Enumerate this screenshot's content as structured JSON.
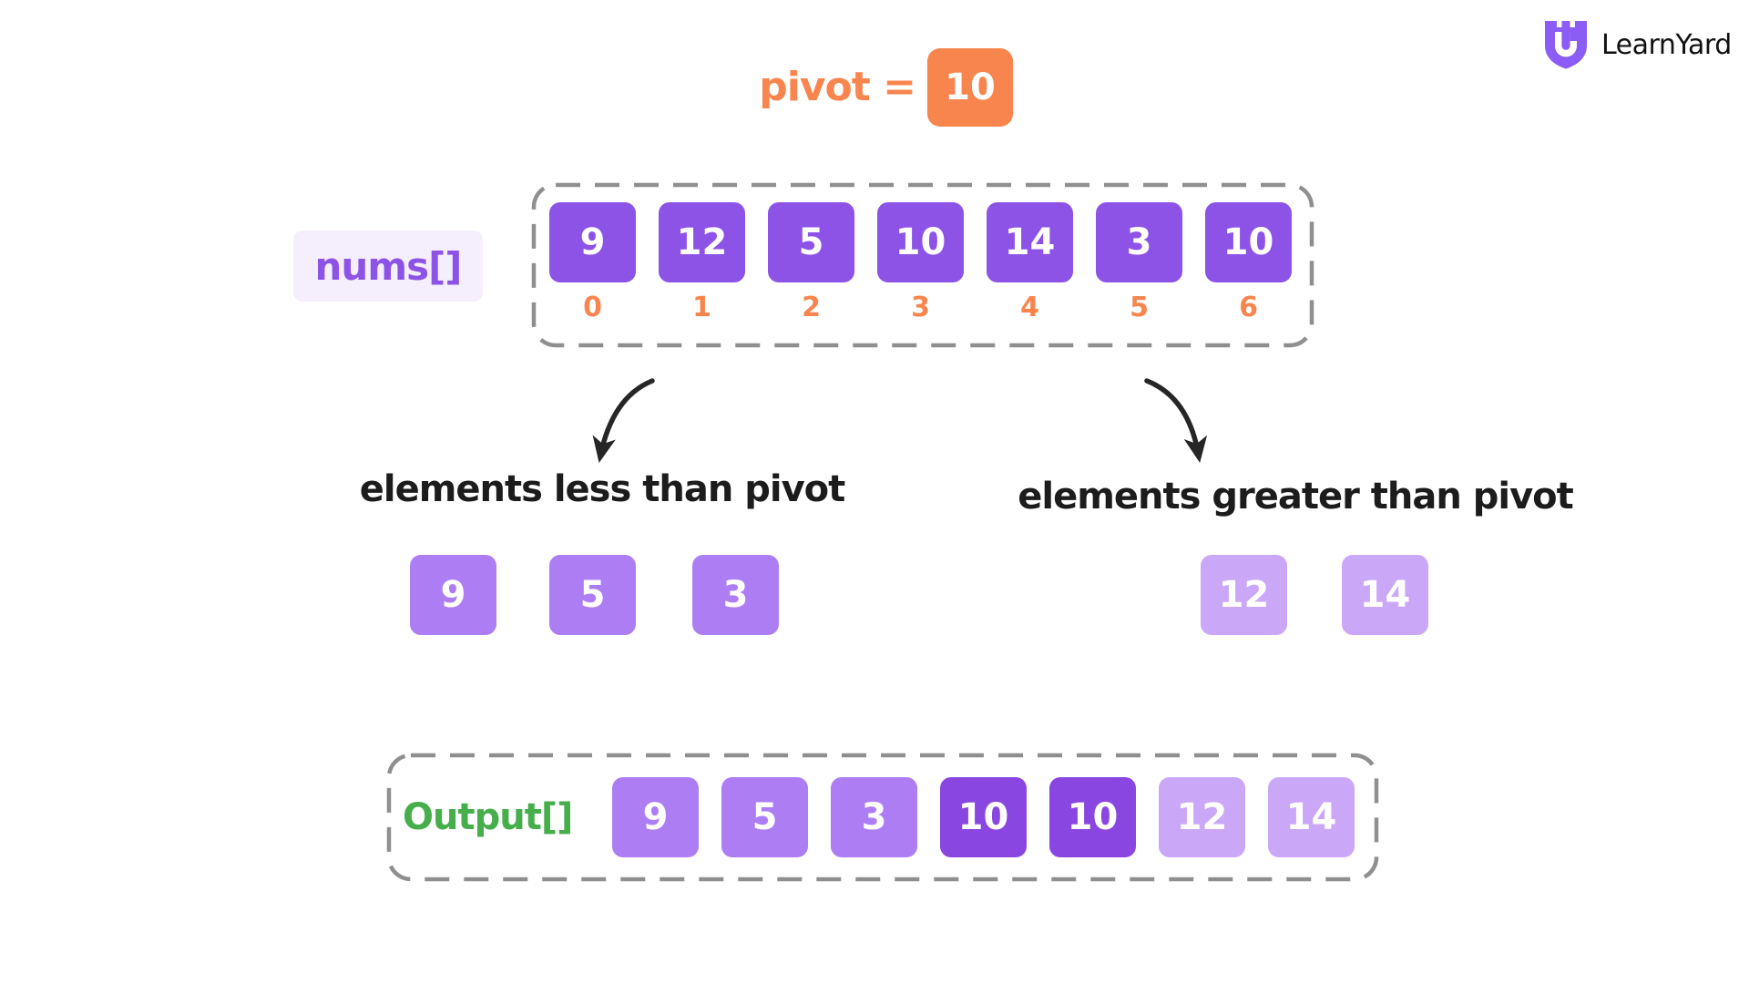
{
  "brand": {
    "name": "LearnYard"
  },
  "pivot": {
    "label": "pivot =",
    "value": "10"
  },
  "nums": {
    "label": "nums[]",
    "values": [
      "9",
      "12",
      "5",
      "10",
      "14",
      "3",
      "10"
    ],
    "indices": [
      "0",
      "1",
      "2",
      "3",
      "4",
      "5",
      "6"
    ]
  },
  "partition": {
    "less_label": "elements less than pivot",
    "less_values": [
      "9",
      "5",
      "3"
    ],
    "greater_label": "elements greater than pivot",
    "greater_values": [
      "12",
      "14"
    ]
  },
  "output": {
    "label": "Output[]",
    "values": [
      "9",
      "5",
      "3",
      "10",
      "10",
      "12",
      "14"
    ]
  },
  "colors": {
    "orange": "#F8854E",
    "purple_primary": "#8C53E6",
    "purple_medium": "#AD7DF4",
    "purple_light": "#CBA7F8",
    "purple_dark": "#8A46E0",
    "green": "#46AE4A",
    "dash_gray": "#8F8F8F",
    "chip_background": "#F5EEFD",
    "text_black": "#1C1C1C"
  },
  "icons": {
    "logo": "learnyard-shield-icon",
    "arrow_left": "curved-arrow-left-icon",
    "arrow_right": "curved-arrow-right-icon"
  }
}
